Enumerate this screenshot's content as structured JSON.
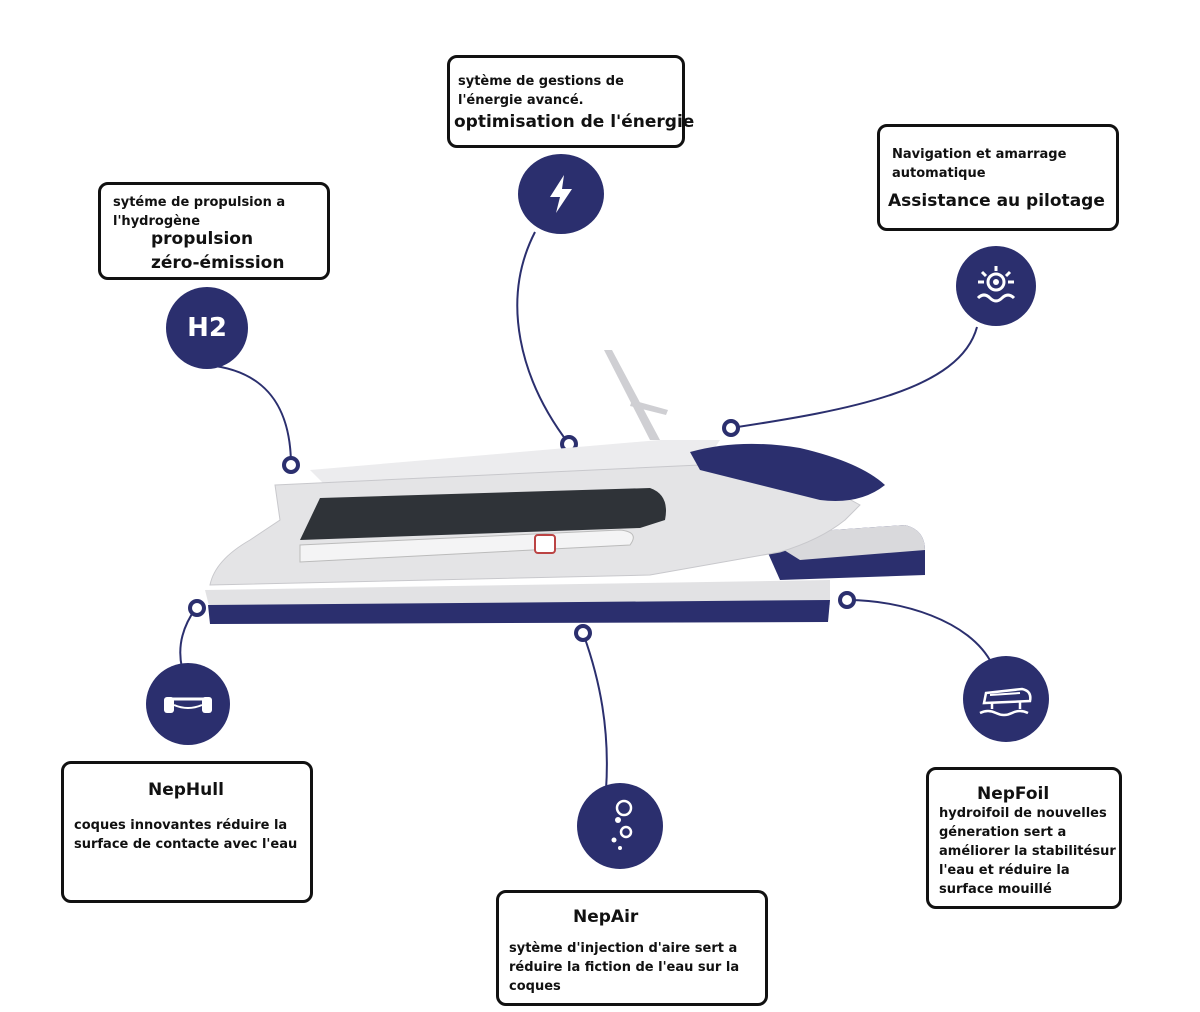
{
  "callouts": {
    "propulsion": {
      "desc": "sytéme de propulsion a l'hydrogène",
      "headline_1": "propulsion",
      "headline_2": "zéro-émission",
      "icon_text": "H2",
      "icon": "hydrogen-icon"
    },
    "energie": {
      "desc_1": "sytème de gestions de",
      "desc_2": "l'énergie avancé.",
      "headline": "optimisation de l'énergie",
      "icon": "lightning-icon"
    },
    "pilotage": {
      "desc_1": "Navigation et amarrage",
      "desc_2": "automatique",
      "headline": "Assistance au pilotage",
      "icon": "sea-sensor-icon"
    },
    "nephull": {
      "title": "NepHull",
      "desc_1": "coques innovantes réduire la",
      "desc_2": "surface de contacte avec l'eau",
      "icon": "hull-icon"
    },
    "nepair": {
      "title": "NepAir",
      "desc_1": "sytème d'injection d'aire sert a",
      "desc_2": "réduire la fiction de l'eau sur la",
      "desc_3": "coques",
      "icon": "bubbles-icon"
    },
    "nepfoil": {
      "title": "NepFoil",
      "desc_1": "hydroifoil de nouvelles",
      "desc_2": "géneration sert a",
      "desc_3": "améliorer la stabilitésur",
      "desc_4": "l'eau et réduire la",
      "desc_5": "surface mouillé",
      "icon": "hydrofoil-boat-icon"
    }
  },
  "colors": {
    "accent": "#2b2f6e",
    "boat_body": "#e4e4e6",
    "boat_hull": "#2b2f6e"
  }
}
